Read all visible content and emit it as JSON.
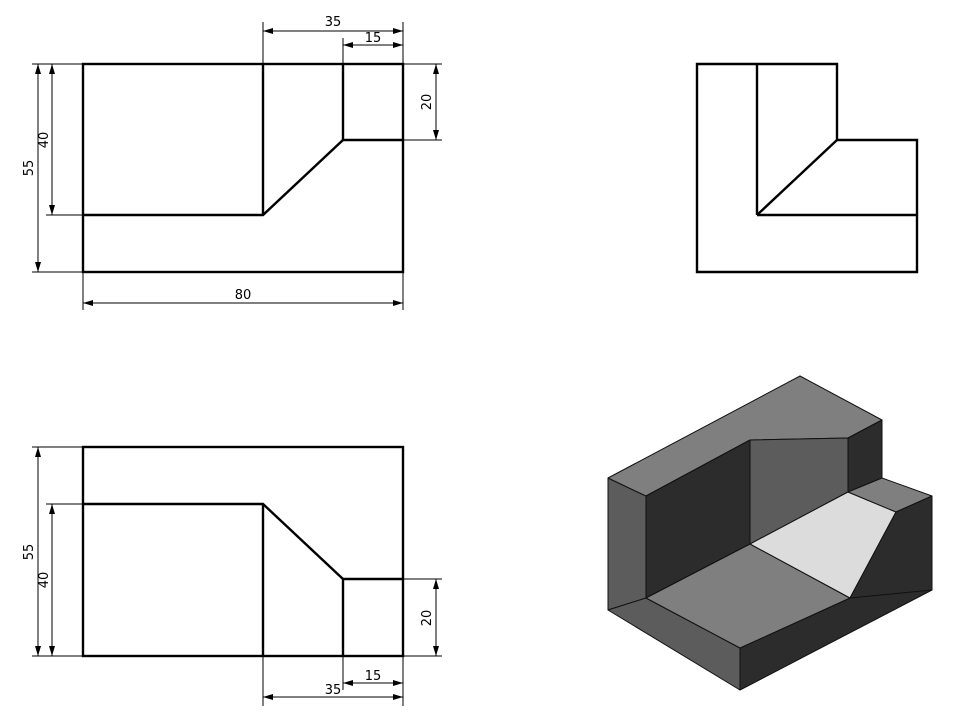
{
  "drawing": {
    "front_view": {
      "dim_width": "80",
      "dim_upper_total": "35",
      "dim_upper_small": "15",
      "dim_right_height": "20",
      "dim_height_total": "55",
      "dim_height_inner": "40"
    },
    "bottom_view": {
      "dim_lower_total": "35",
      "dim_lower_small": "15",
      "dim_right_height": "20",
      "dim_height_total": "55",
      "dim_height_inner": "40"
    },
    "isometric": {
      "colors": {
        "top_light": "#7f7f7f",
        "front_dark": "#2c2c2c",
        "side_mid": "#5c5c5c",
        "slope_highlight": "#dcdcdc",
        "edge": "#111111"
      }
    }
  }
}
